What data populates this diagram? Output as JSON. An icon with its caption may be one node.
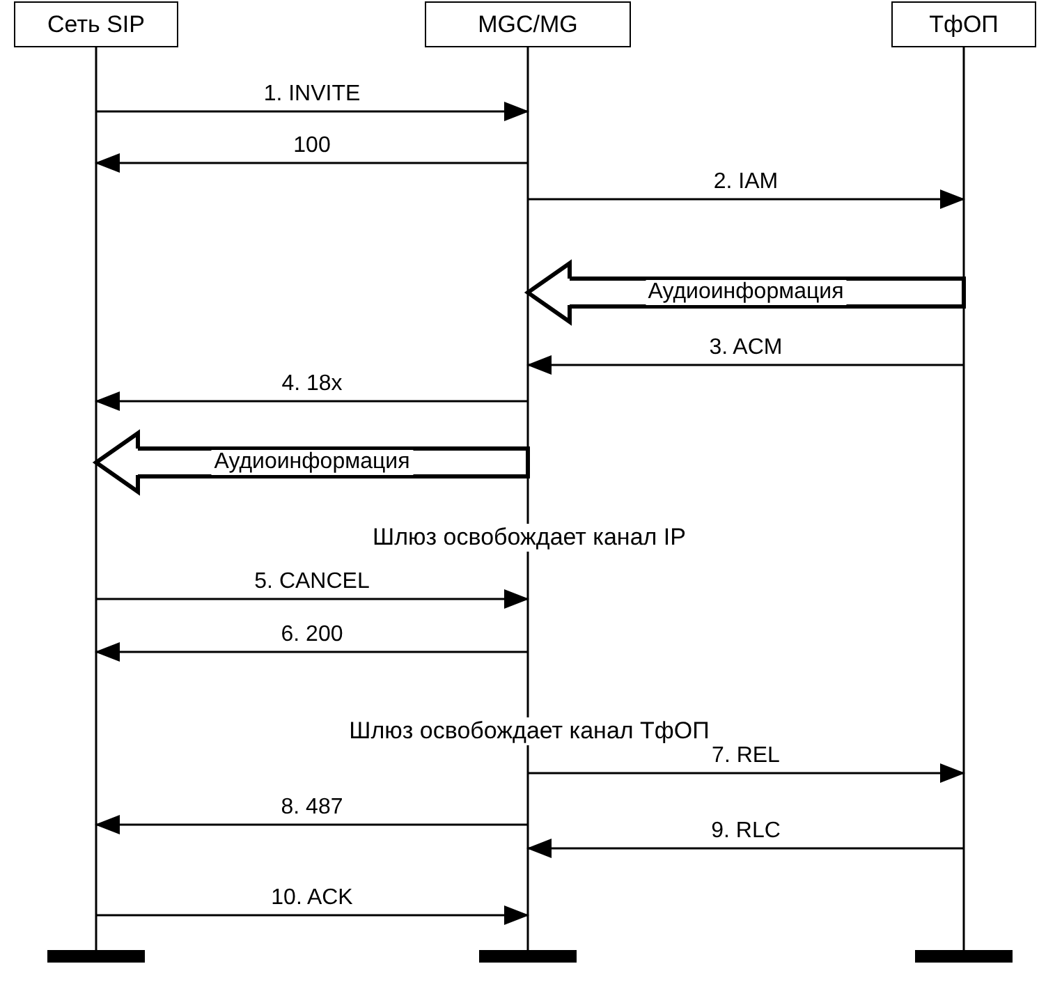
{
  "diagram": {
    "nodes": [
      {
        "text": [
          "Сеть SIP"
        ]
      },
      {
        "text": [
          "MGC/MG"
        ]
      },
      {
        "text": [
          "ТфОП"
        ]
      }
    ],
    "edges": [
      {
        "from": 0,
        "to": 1,
        "arrow": "to",
        "label": "1. INVITE"
      },
      {
        "from": 1,
        "to": 0,
        "arrow": "to",
        "label": "100"
      },
      {
        "from": 1,
        "to": 2,
        "arrow": "to",
        "label": "2. IAM"
      },
      {
        "from": 2,
        "to": 1,
        "arrow": "to",
        "label": "Аудиоинформация",
        "style": "thick"
      },
      {
        "from": 2,
        "to": 1,
        "arrow": "to",
        "label": "3. ACM"
      },
      {
        "from": 1,
        "to": 0,
        "arrow": "to",
        "label": "4. 18x"
      },
      {
        "from": 1,
        "to": 0,
        "arrow": "to",
        "label": "Аудиоинформация",
        "style": "thick"
      },
      {
        "from": 0,
        "to": 1,
        "arrow": "to",
        "label": "5. CANCEL"
      },
      {
        "from": 1,
        "to": 0,
        "arrow": "to",
        "label": "6. 200"
      },
      {
        "from": 1,
        "to": 2,
        "arrow": "to",
        "label": "7. REL"
      },
      {
        "from": 1,
        "to": 0,
        "arrow": "to",
        "label": "8. 487"
      },
      {
        "from": 2,
        "to": 1,
        "arrow": "to",
        "label": "9. RLC"
      },
      {
        "from": 0,
        "to": 1,
        "arrow": "to",
        "label": "10. ACK"
      }
    ],
    "labels": [
      "Шлюз освобождает канал IP",
      "Шлюз освобождает канал ТфОП"
    ]
  }
}
